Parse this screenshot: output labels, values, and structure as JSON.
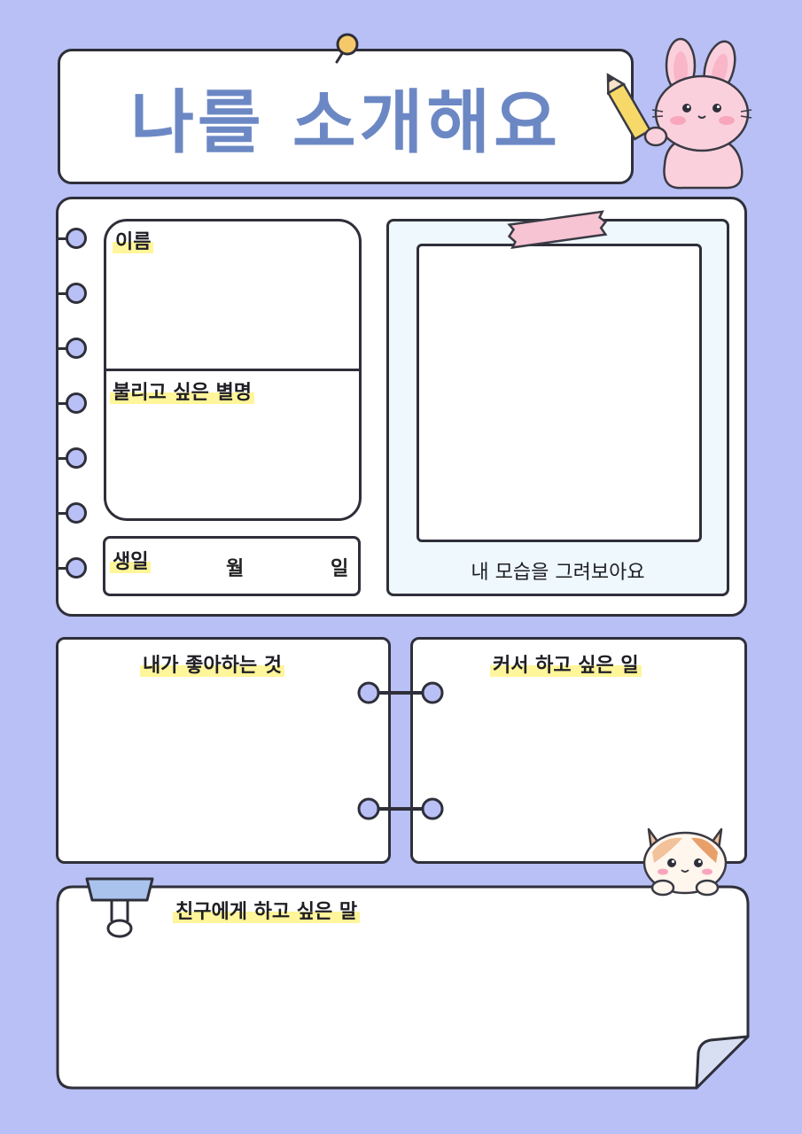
{
  "title": "나를 소개해요",
  "profile": {
    "name_label": "이름",
    "nickname_label": "불리고 싶은 별명",
    "birthday_label": "생일",
    "month_label": "월",
    "day_label": "일",
    "portrait_caption": "내 모습을 그려보아요"
  },
  "sections": {
    "likes_label": "내가 좋아하는 것",
    "dream_label": "커서 하고 싶은 일",
    "message_label": "친구에게 하고 싶은 말"
  },
  "colors": {
    "background": "#b8c0f5",
    "title": "#6c88c4",
    "highlight": "#fff59a",
    "outline": "#2f2f3a",
    "photo_frame_bg": "#eef8fd",
    "tape": "#f7c4d4"
  },
  "icons": [
    "pushpin-icon",
    "bunny-with-pencil-icon",
    "washi-tape-icon",
    "cat-peeking-icon",
    "binder-clip-icon"
  ]
}
